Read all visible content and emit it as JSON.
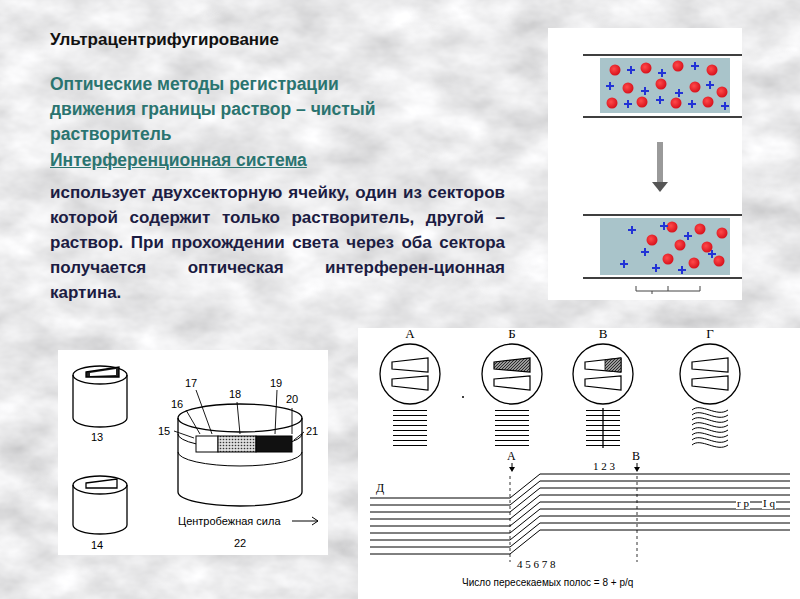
{
  "diagram": {
    "title": "Ультрацентрифугирование",
    "nodes": [
      {
        "text": [
          "А"
        ]
      },
      {
        "text": [
          "Б"
        ]
      },
      {
        "text": [
          "В"
        ]
      },
      {
        "text": [
          "Г"
        ]
      }
    ],
    "labels": [
      "Оптические методы регистрации движения границы раствор – чистый растворитель",
      "Интерференционная система",
      "использует двухсекторную ячейку, один из секторов которой содержит только растворитель, другой – раствор. При прохождении света через оба сектора получается оптическая интерферен-ционная картина.",
      "13",
      "14",
      "15",
      "16",
      "17",
      "18",
      "19",
      "20",
      "21",
      "Центробежная сила",
      "22",
      "Д",
      "А",
      "В",
      "1 2 3",
      "4 5 6 7 8",
      "r p",
      "I q",
      "Число пересекаемых полос = 8 + p/q"
    ]
  }
}
